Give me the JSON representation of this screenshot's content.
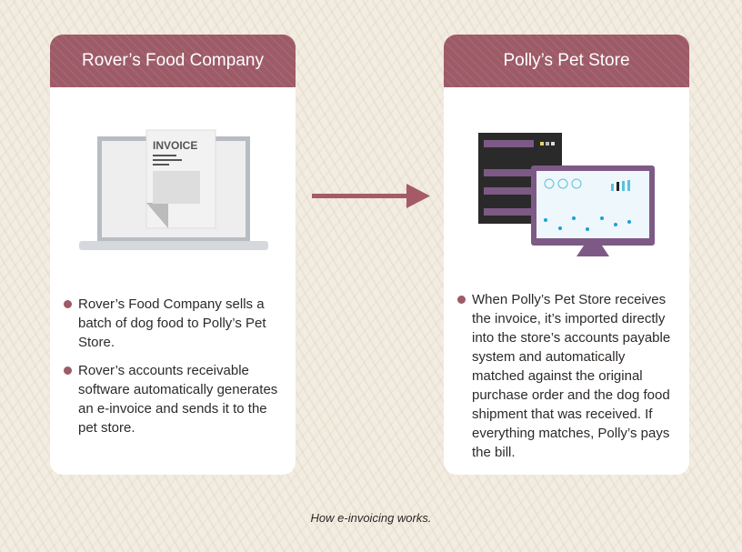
{
  "left_card": {
    "title": "Rover’s Food Company",
    "invoice_label": "INVOICE",
    "bullets": [
      "Rover’s Food Company sells a batch of dog food to Polly’s Pet Store.",
      "Rover’s accounts receivable software automatically generates an e-invoice and sends it to the pet store."
    ]
  },
  "right_card": {
    "title": "Polly’s Pet Store",
    "bullets": [
      "When Polly’s Pet Store receives the invoice, it’s imported directly into the store’s accounts payable system and automatically matched against the original purchase order and the dog food shipment that was received. If everything matches, Polly’s pays the bill."
    ]
  },
  "caption": "How e-invoicing works.",
  "colors": {
    "accent": "#9d5a67",
    "monitor": "#7d5a85",
    "server": "#2b2a2a"
  }
}
